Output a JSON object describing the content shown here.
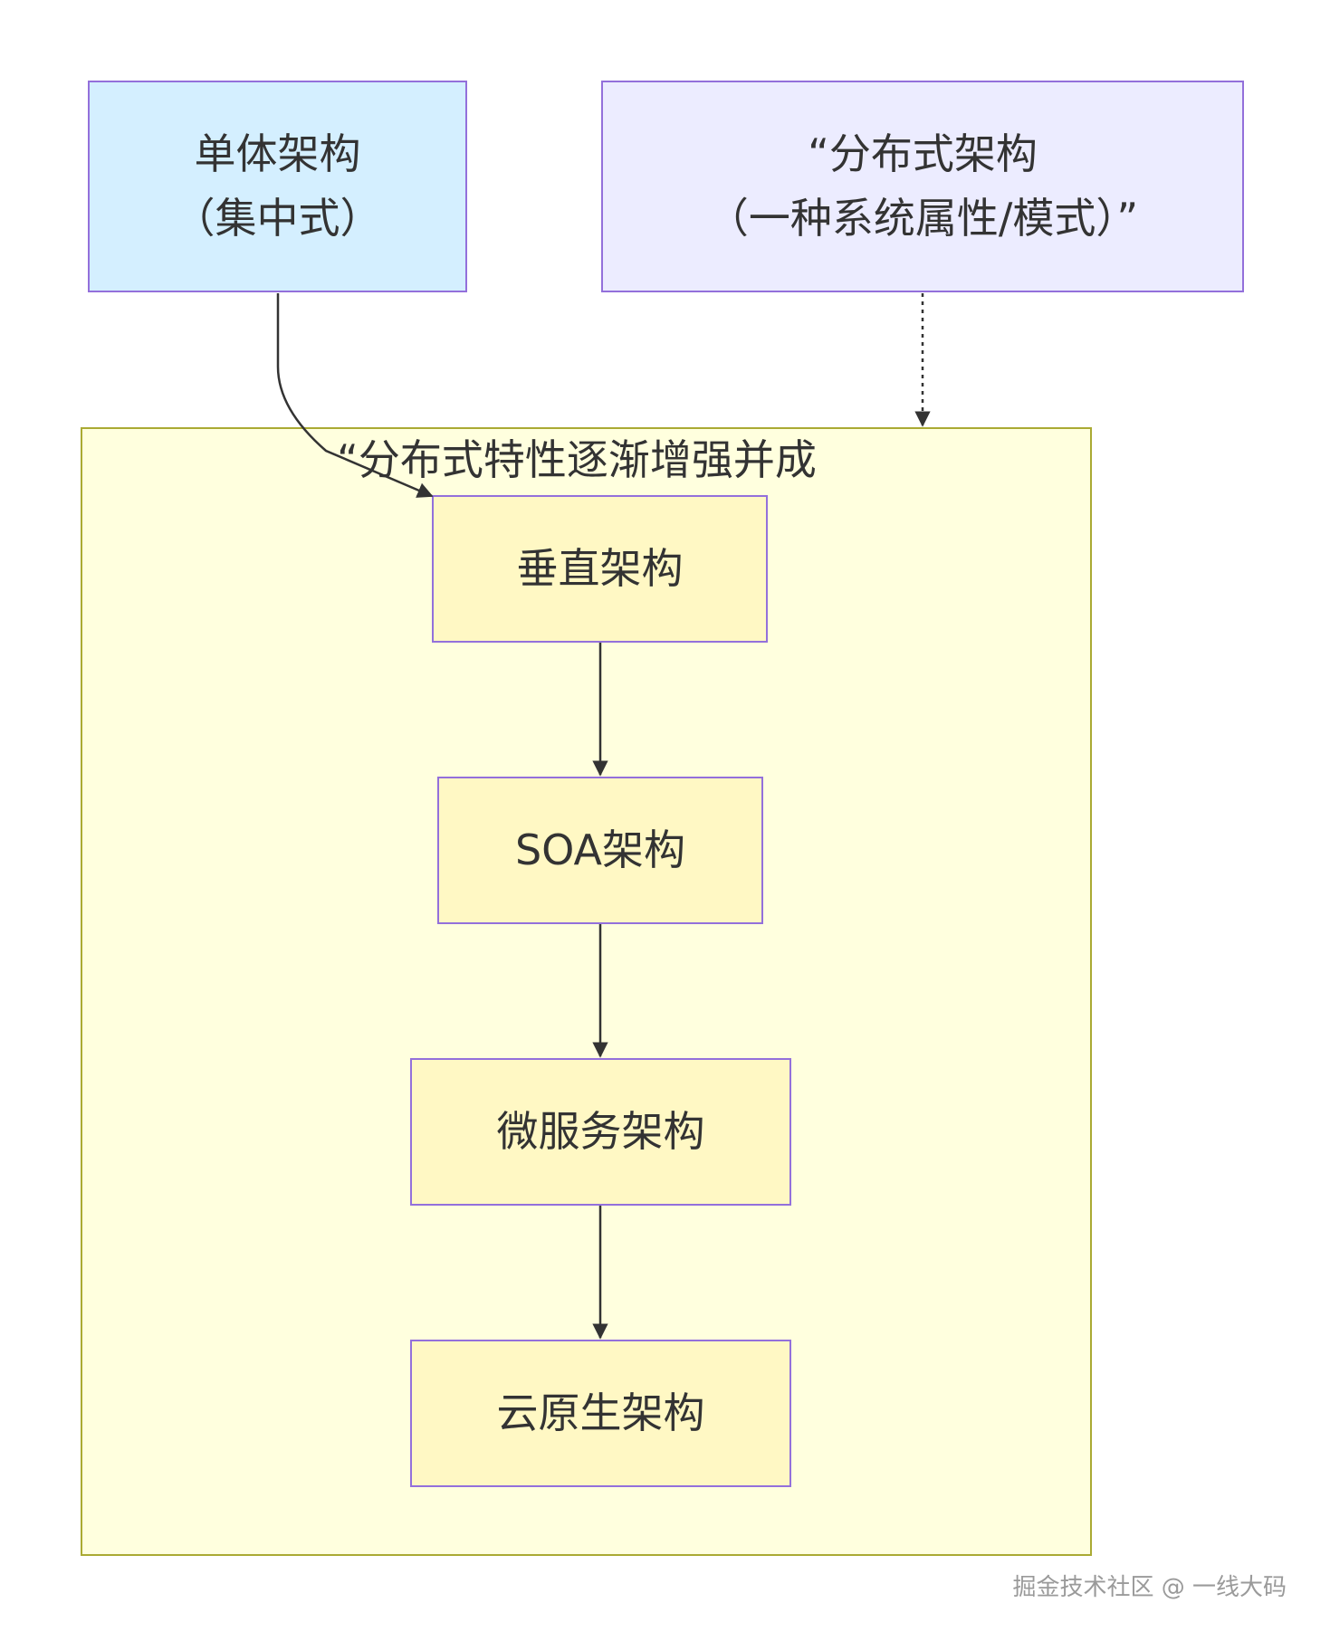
{
  "nodes": {
    "monolith": {
      "line1": "单体架构",
      "line2": "（集中式）"
    },
    "distributed": {
      "line1": "“分布式架构",
      "line2": "（一种系统属性/模式）”"
    },
    "vertical": "垂直架构",
    "soa": "SOA架构",
    "microservices": "微服务架构",
    "cloud_native": "云原生架构"
  },
  "subgraph": {
    "title": "“分布式特性逐渐增强并成"
  },
  "watermark": "掘金技术社区 @ 一线大码",
  "colors": {
    "monolith_fill": "#d4efff",
    "distributed_fill": "#ececff",
    "subgraph_fill": "#ffffde",
    "subgraph_border": "#aaaa33",
    "node_fill": "#fff8c4",
    "node_border": "#9370db",
    "edge": "#333333"
  },
  "edges": [
    {
      "from": "monolith",
      "to": "vertical",
      "style": "solid"
    },
    {
      "from": "distributed",
      "to": "subgraph",
      "style": "dotted"
    },
    {
      "from": "vertical",
      "to": "soa",
      "style": "solid"
    },
    {
      "from": "soa",
      "to": "microservices",
      "style": "solid"
    },
    {
      "from": "microservices",
      "to": "cloud_native",
      "style": "solid"
    }
  ]
}
